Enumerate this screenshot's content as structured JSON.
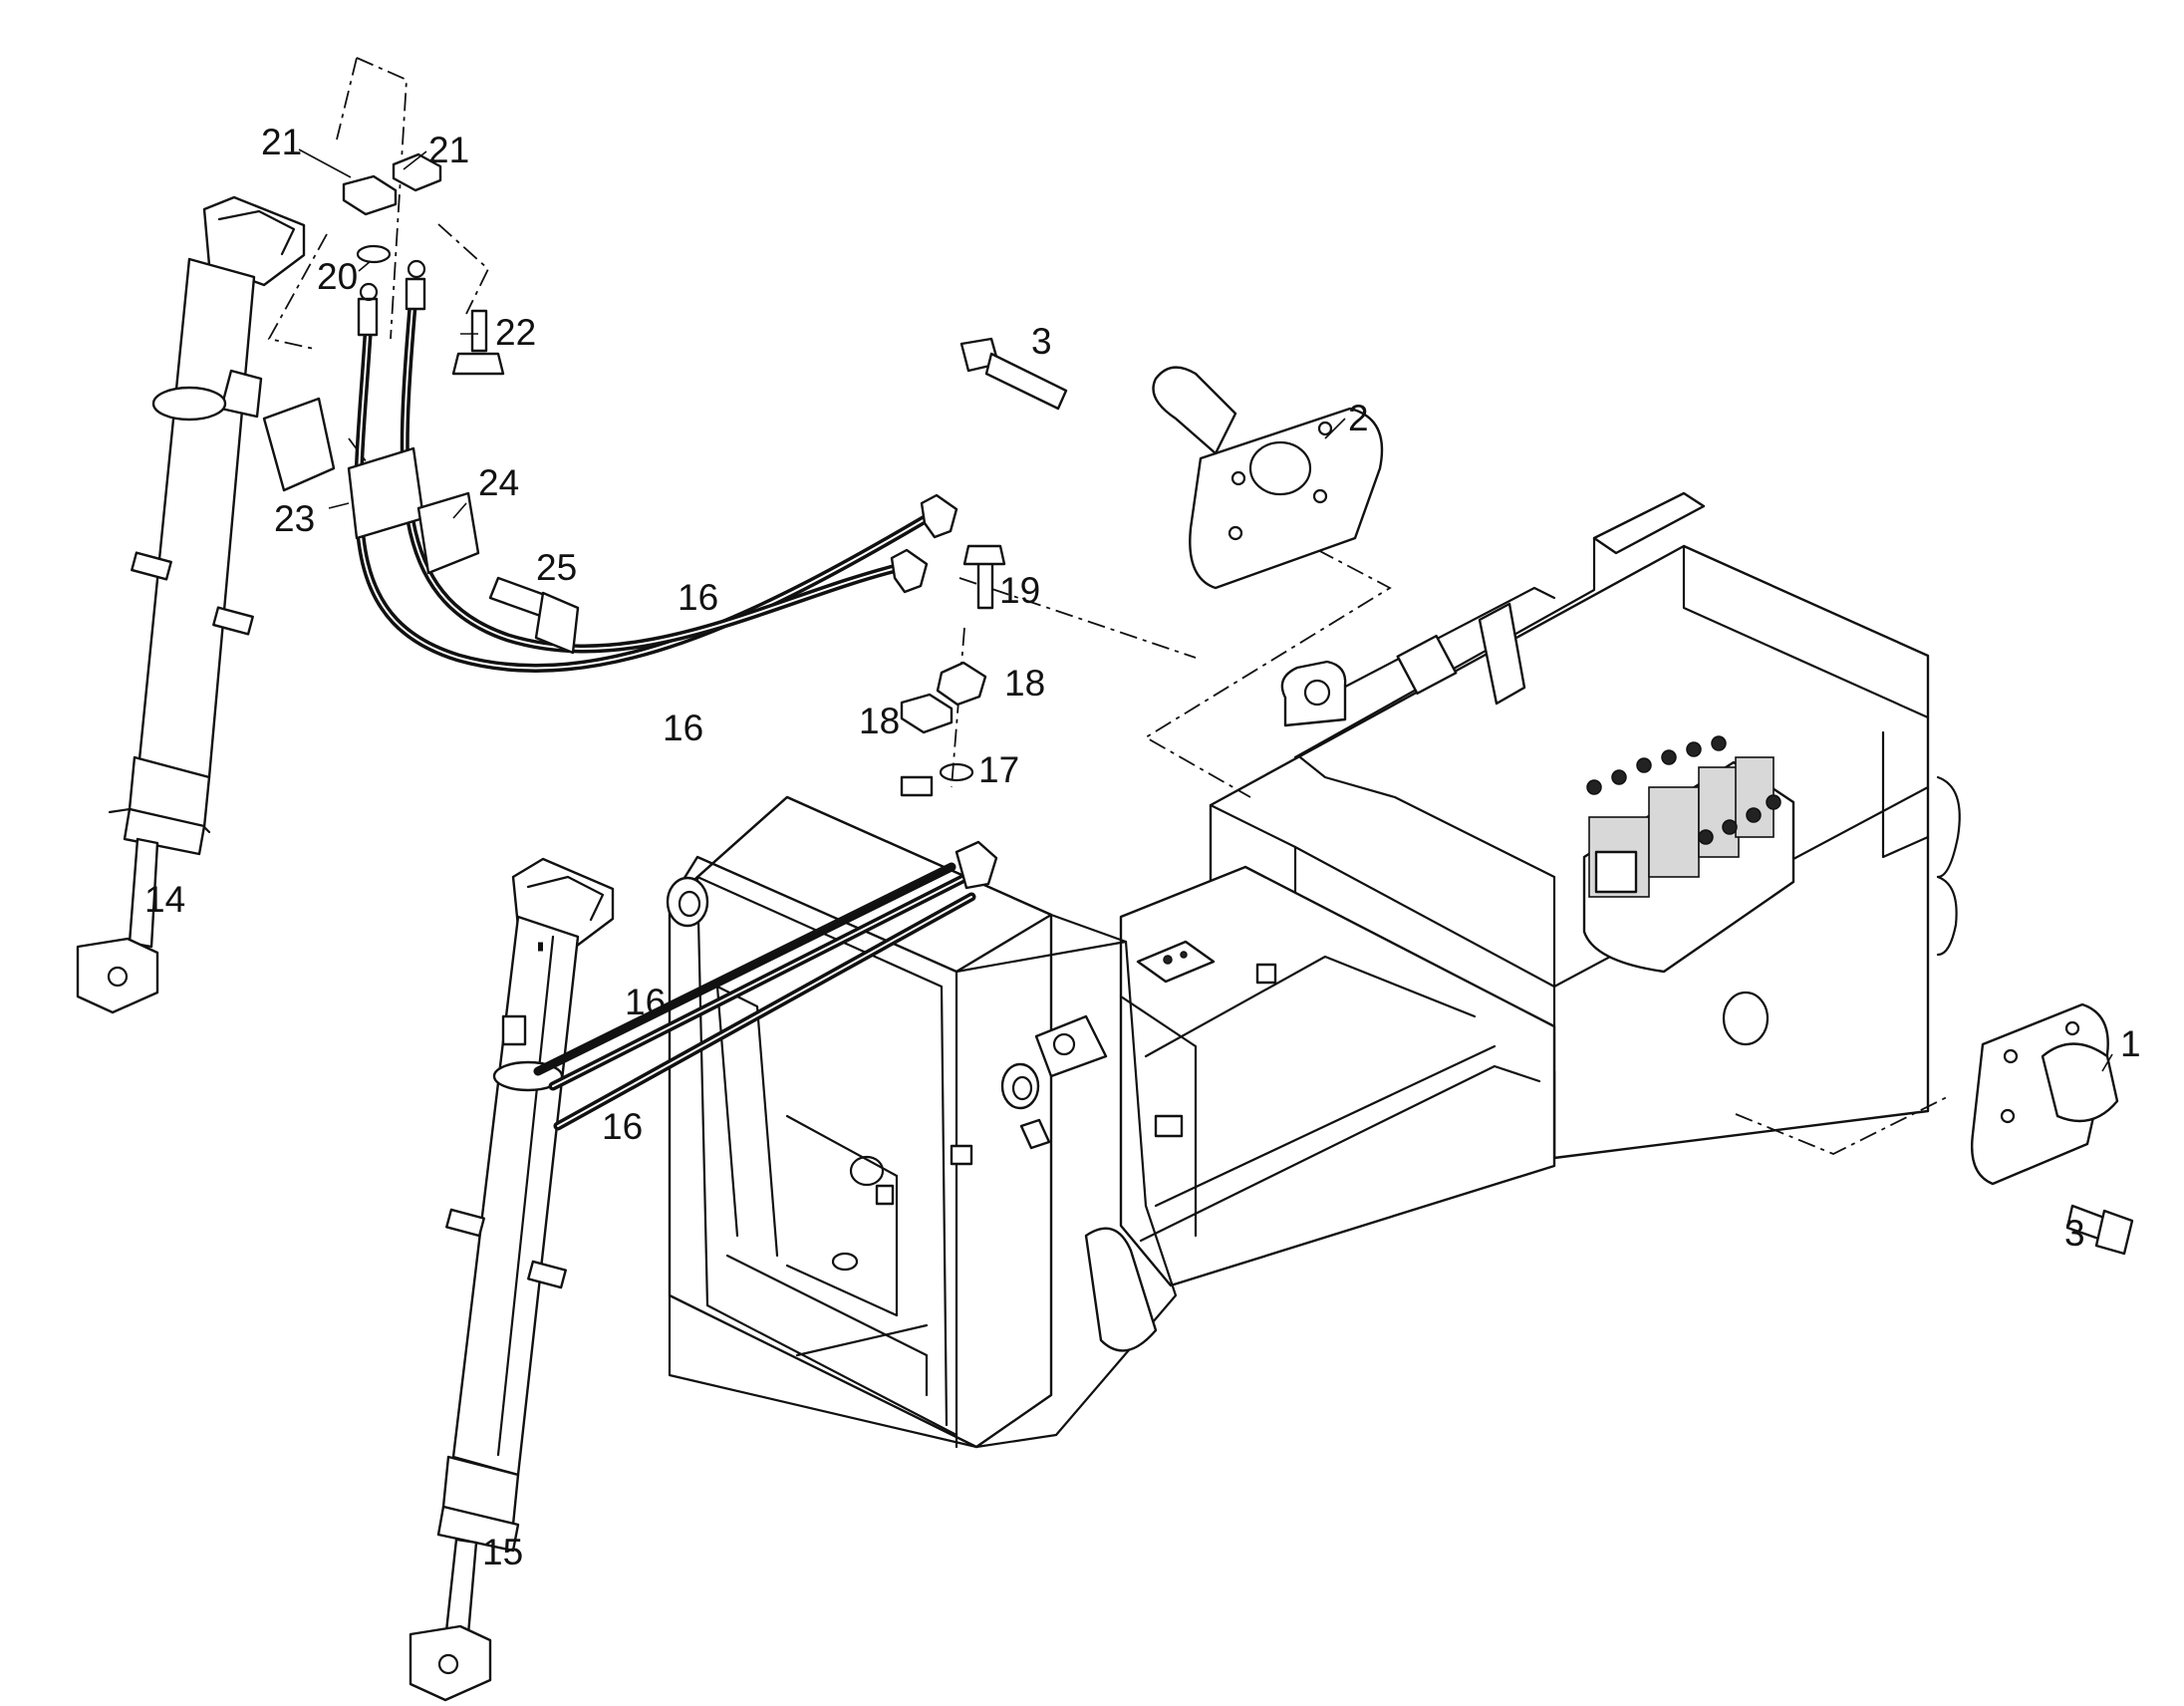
{
  "callouts": [
    {
      "id": "c1",
      "text": "1"
    },
    {
      "id": "c2",
      "text": "2"
    },
    {
      "id": "c3a",
      "text": "3"
    },
    {
      "id": "c3b",
      "text": "3"
    },
    {
      "id": "c14",
      "text": "14"
    },
    {
      "id": "c15",
      "text": "15"
    },
    {
      "id": "c16a",
      "text": "16"
    },
    {
      "id": "c16b",
      "text": "16"
    },
    {
      "id": "c16c",
      "text": "16"
    },
    {
      "id": "c16d",
      "text": "16"
    },
    {
      "id": "c17",
      "text": "17"
    },
    {
      "id": "c18a",
      "text": "18"
    },
    {
      "id": "c18b",
      "text": "18"
    },
    {
      "id": "c19",
      "text": "19"
    },
    {
      "id": "c20",
      "text": "20"
    },
    {
      "id": "c21a",
      "text": "21"
    },
    {
      "id": "c21b",
      "text": "21"
    },
    {
      "id": "c22",
      "text": "22"
    },
    {
      "id": "c23",
      "text": "23"
    },
    {
      "id": "c24",
      "text": "24"
    },
    {
      "id": "c25",
      "text": "25"
    }
  ]
}
